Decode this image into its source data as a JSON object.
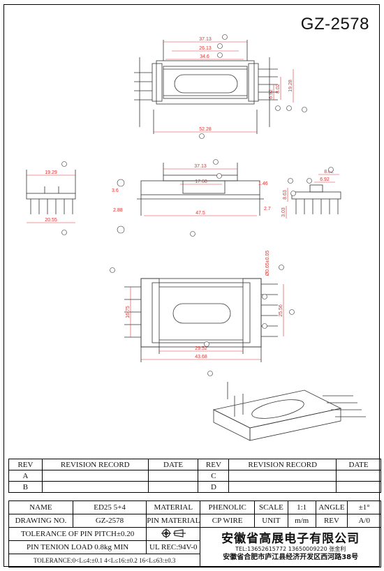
{
  "model_number": "GZ-2578",
  "dimensions": {
    "top_view": [
      "37.13",
      "26.13",
      "34.6",
      "6.92",
      "8.02",
      "19.28",
      "52.28"
    ],
    "front_view": [
      "37.13",
      "17.68",
      "1.46",
      "3.6",
      "2.88",
      "47.5",
      "2.7"
    ],
    "left_view": [
      "19.29",
      "20.55"
    ],
    "right_view": [
      "8.02",
      "6.92",
      "8.63",
      "3.03"
    ],
    "bottom_view": [
      "16.75",
      "29.52",
      "43.68",
      "25.56",
      "Ø0.65±0.05"
    ]
  },
  "revision_table": {
    "headers": [
      "REV",
      "REVISION RECORD",
      "DATE",
      "REV",
      "REVISION RECORD",
      "DATE"
    ],
    "rows": [
      [
        "A",
        "",
        "",
        "C",
        "",
        ""
      ],
      [
        "B",
        "",
        "",
        "D",
        "",
        ""
      ]
    ]
  },
  "info": {
    "name_label": "NAME",
    "name_value": "ED25 5+4",
    "material_label": "MATERIAL",
    "material_value": "PHENOLIC",
    "scale_label": "SCALE",
    "scale_value": "1:1",
    "angle_label": "ANGLE",
    "angle_value": "±1°",
    "drawing_no_label": "DRAWING NO.",
    "drawing_no_value": "GZ-2578",
    "pin_material_label": "PIN MATERIAL",
    "pin_material_value": "CP WIRE",
    "unit_label": "UNIT",
    "unit_value": "m/m",
    "rev_label": "REV",
    "rev_value": "A/0",
    "pitch_tolerance": "TOLERANCE OF PIN PITCH±0.20",
    "pin_load": "PIN TENION LOAD 0.8kg MIN",
    "ul_rec": "UL REC:94V-0",
    "tolerance_note": "TOLERANCE:0<L≤4:±0.1  4<L≤16:±0.2  16<L≤63:±0.3",
    "company_name": "安徽省高展电子有限公司",
    "company_tel": "TEL:13652615772 13650009220 张金利",
    "company_address": "安徽省合肥市庐江县经济开发区西河路38号"
  }
}
